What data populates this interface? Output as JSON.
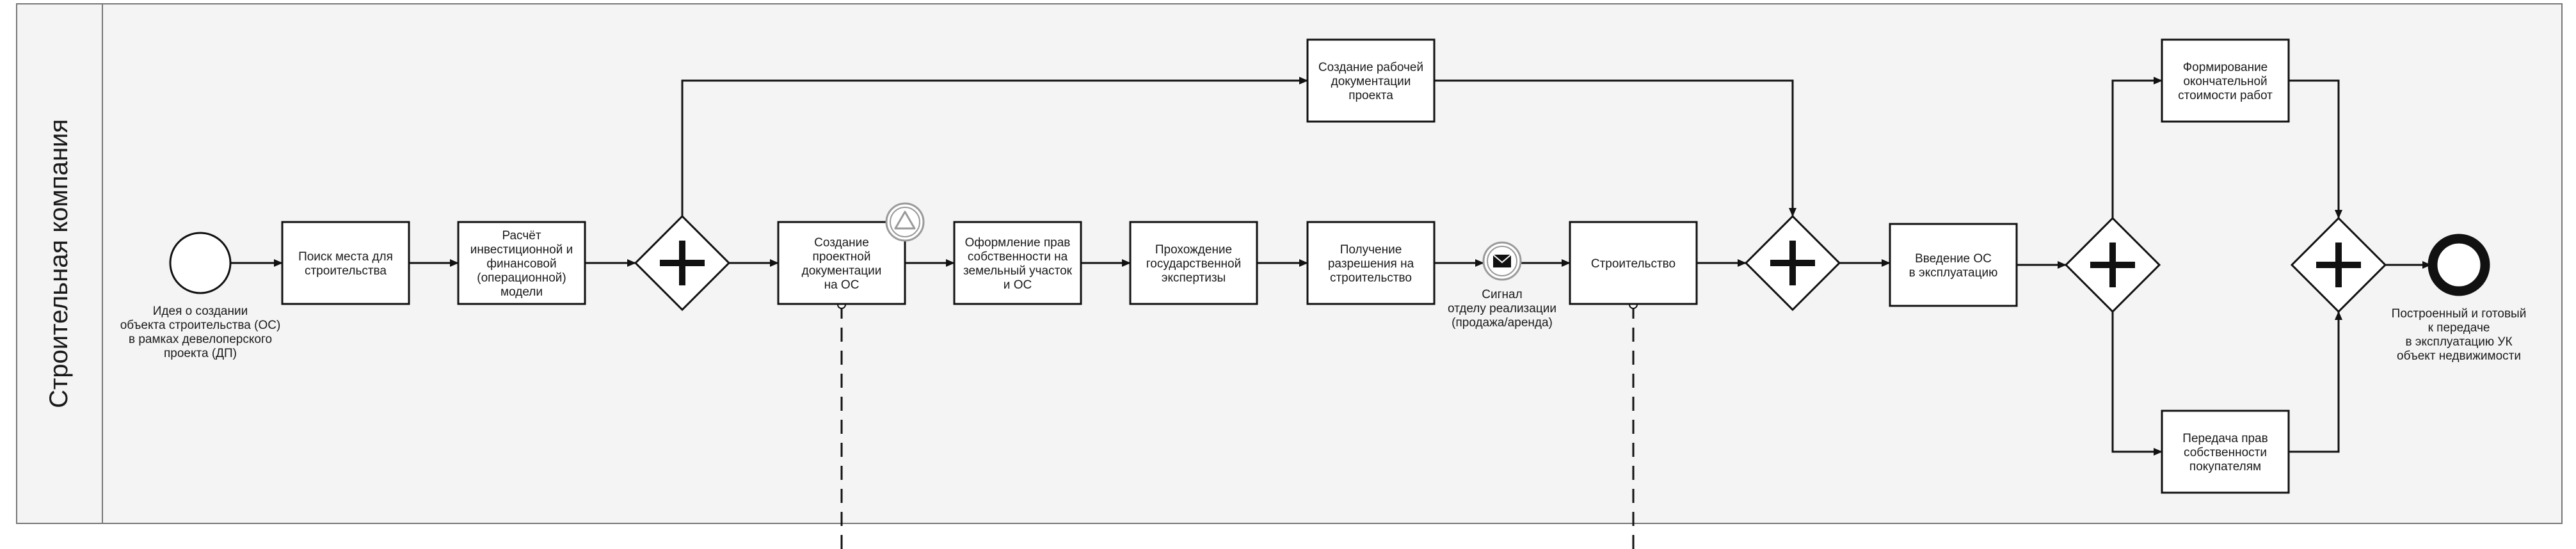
{
  "colors": {
    "pool_fill": "#f4f4f4",
    "stroke": "#111111",
    "task_fill": "#ffffff",
    "event_gray": "#9a9a9a"
  },
  "pool": {
    "name": "Строительная компания"
  },
  "nodes": {
    "start": {
      "type": "start-event",
      "label": "Идея о создании\nобъекта строительства (ОС)\nв рамках девелоперского\nпроекта (ДП)"
    },
    "search": {
      "type": "task",
      "label": "Поиск места для\nстроительства"
    },
    "invest": {
      "type": "task",
      "label": "Расчёт\nинвестиционной и\nфинансовой\n(операционной)\nмодели"
    },
    "gw1": {
      "type": "parallel-gateway",
      "label": ""
    },
    "design": {
      "type": "task",
      "label": "Создание\nпроектной\nдокументации\nна ОС",
      "marker": "escalation-icon"
    },
    "rights": {
      "type": "task",
      "label": "Оформление прав\nсобственности на\nземельный участок\nи ОС"
    },
    "expertise": {
      "type": "task",
      "label": "Прохождение\nгосударственной\nэкспертизы"
    },
    "permit": {
      "type": "task",
      "label": "Получение\nразрешения на\nстроительство"
    },
    "signal": {
      "type": "message-event",
      "label": "Сигнал\nотделу реализации\n(продажа/аренда)"
    },
    "build": {
      "type": "task",
      "label": "Строительство"
    },
    "workdocs": {
      "type": "task",
      "label": "Создание рабочей\nдокументации\nпроекта"
    },
    "gw2": {
      "type": "parallel-gateway",
      "label": ""
    },
    "commission": {
      "type": "task",
      "label": "Введение ОС\nв эксплуатацию"
    },
    "gw3": {
      "type": "parallel-gateway",
      "label": ""
    },
    "finalcost": {
      "type": "task",
      "label": "Формирование\nокончательной\nстоимости работ"
    },
    "transfer": {
      "type": "task",
      "label": "Передача прав\nсобственности\nпокупателям"
    },
    "gw4": {
      "type": "parallel-gateway",
      "label": ""
    },
    "end": {
      "type": "end-event",
      "label": "Построенный и готовый\nк передаче\nв эксплуатацию УК\nобъект недвижимости"
    }
  },
  "flows": [
    [
      "start",
      "search"
    ],
    [
      "search",
      "invest"
    ],
    [
      "invest",
      "gw1"
    ],
    [
      "gw1",
      "design"
    ],
    [
      "gw1",
      "workdocs"
    ],
    [
      "design",
      "rights"
    ],
    [
      "rights",
      "expertise"
    ],
    [
      "expertise",
      "permit"
    ],
    [
      "permit",
      "signal"
    ],
    [
      "signal",
      "build"
    ],
    [
      "build",
      "gw2"
    ],
    [
      "workdocs",
      "gw2"
    ],
    [
      "gw2",
      "commission"
    ],
    [
      "commission",
      "gw3"
    ],
    [
      "gw3",
      "finalcost"
    ],
    [
      "gw3",
      "transfer"
    ],
    [
      "finalcost",
      "gw4"
    ],
    [
      "transfer",
      "gw4"
    ],
    [
      "gw4",
      "end"
    ]
  ],
  "associations": [
    {
      "from": "design",
      "style": "dashed"
    },
    {
      "from": "build",
      "style": "dashed"
    }
  ]
}
